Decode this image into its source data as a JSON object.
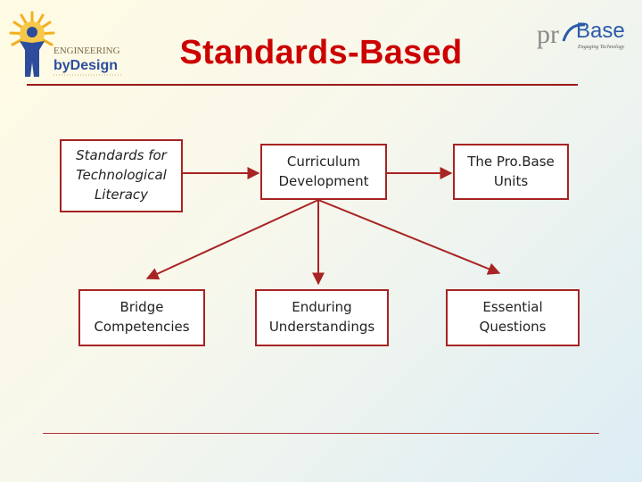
{
  "slide": {
    "title": "Standards-Based"
  },
  "logos": {
    "left": {
      "line1": "ENGINEERING",
      "line2": "byDesign"
    },
    "right": {
      "text1": "pr",
      "text2": "Base",
      "tagline": "Engaging Technology"
    }
  },
  "diagram": {
    "nodes": {
      "standards": "Standards for\nTechnological\nLiteracy",
      "curriculum": "Curriculum\nDevelopment",
      "probase_units": "The Pro.Base\nUnits",
      "bridge": "Bridge\nCompetencies",
      "enduring": "Enduring\nUnderstandings",
      "essential": "Essential\nQuestions"
    },
    "edges": [
      [
        "standards",
        "curriculum"
      ],
      [
        "curriculum",
        "probase_units"
      ],
      [
        "curriculum",
        "bridge"
      ],
      [
        "curriculum",
        "enduring"
      ],
      [
        "curriculum",
        "essential"
      ]
    ]
  },
  "colors": {
    "title": "#cc0000",
    "box_border": "#a82323",
    "arrow": "#a82323",
    "rule": "#9b1a1a"
  }
}
